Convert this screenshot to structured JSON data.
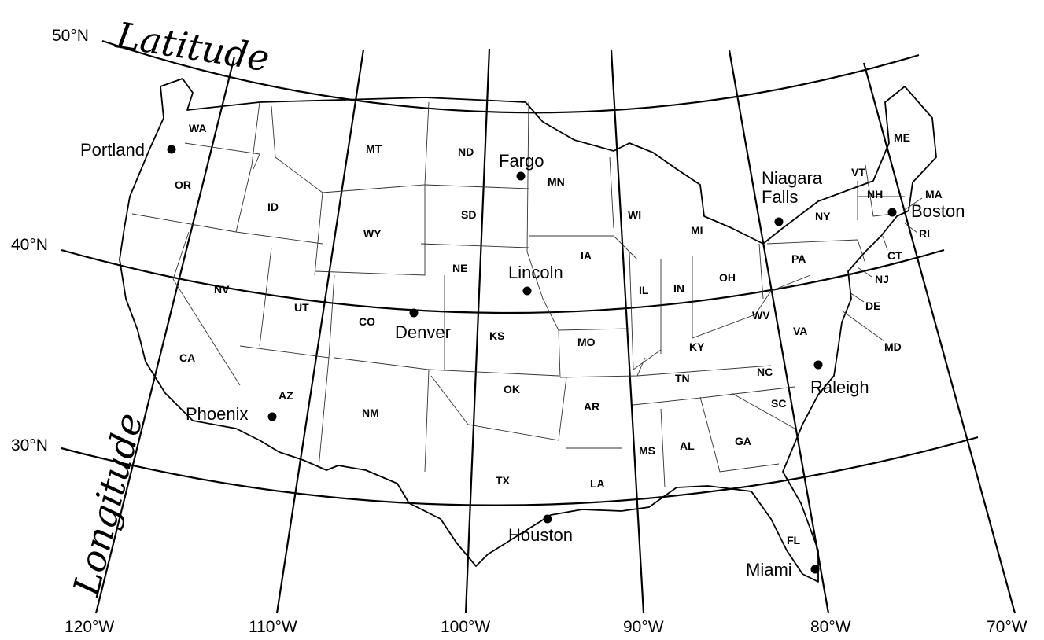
{
  "titles": {
    "latitude": "Latitude",
    "longitude": "Longitude"
  },
  "latitude_labels": [
    "50°N",
    "40°N",
    "30°N"
  ],
  "longitude_labels": [
    "120°W",
    "110°W",
    "100°W",
    "90°W",
    "80°W",
    "70°W"
  ],
  "states": [
    "WA",
    "OR",
    "CA",
    "ID",
    "NV",
    "MT",
    "WY",
    "UT",
    "AZ",
    "CO",
    "NM",
    "ND",
    "SD",
    "NE",
    "KS",
    "OK",
    "TX",
    "MN",
    "IA",
    "MO",
    "AR",
    "LA",
    "WI",
    "IL",
    "MS",
    "AL",
    "TN",
    "KY",
    "IN",
    "MI",
    "OH",
    "GA",
    "FL",
    "SC",
    "NC",
    "VA",
    "WV",
    "PA",
    "NY",
    "VT",
    "NH",
    "ME",
    "MA",
    "RI",
    "CT",
    "NJ",
    "DE",
    "MD"
  ],
  "cities": [
    "Portland",
    "Fargo",
    "Niagara Falls",
    "Boston",
    "Lincoln",
    "Denver",
    "Phoenix",
    "Raleigh",
    "Houston",
    "Miami"
  ]
}
